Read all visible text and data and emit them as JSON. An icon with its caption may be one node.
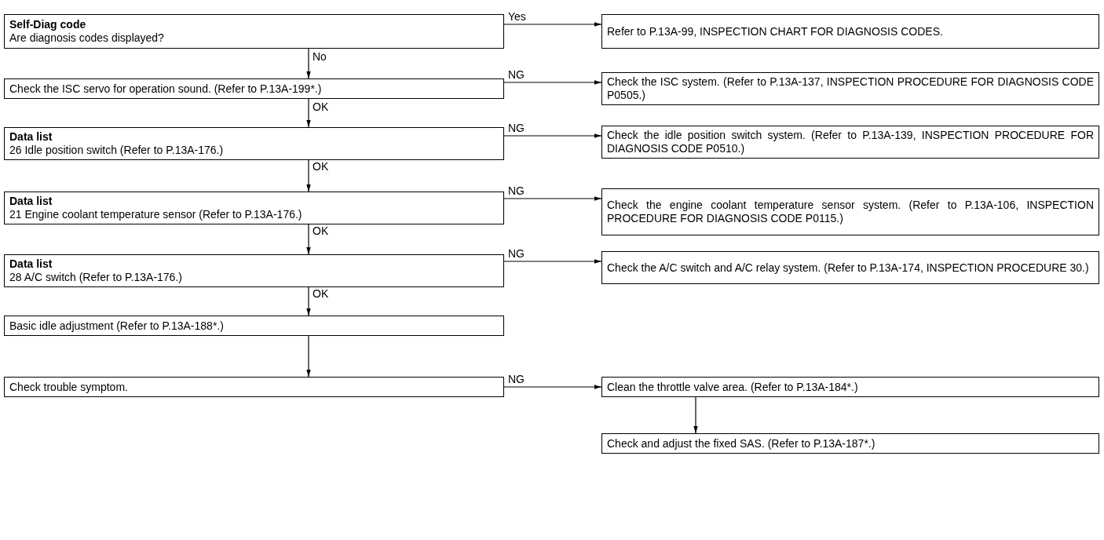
{
  "diagram": {
    "nodes": [
      {
        "text": [
          "Self-Diag code",
          "Are diagnosis codes displayed?"
        ]
      },
      {
        "text": [
          "Refer to P.13A-99, INSPECTION CHART FOR DIAGNOSIS CODES."
        ]
      },
      {
        "text": [
          "Check the ISC servo for operation sound. (Refer to P.13A-199*.)"
        ]
      },
      {
        "text": [
          "Check the ISC system. (Refer to P.13A-137, INSPECTION PROCEDURE FOR DIAGNOSIS CODE P0505.)"
        ]
      },
      {
        "text": [
          "Data list",
          "26 Idle position switch (Refer to P.13A-176.)"
        ]
      },
      {
        "text": [
          "Check the idle position switch system. (Refer to P.13A-139, INSPECTION PROCEDURE FOR DIAGNOSIS CODE P0510.)"
        ]
      },
      {
        "text": [
          "Data list",
          "21 Engine coolant temperature sensor (Refer to P.13A-176.)"
        ]
      },
      {
        "text": [
          "Check the engine coolant temperature sensor system. (Refer to P.13A-106, INSPECTION PROCEDURE FOR DIAGNOSIS CODE P0115.)"
        ]
      },
      {
        "text": [
          "Data list",
          "28 A/C switch (Refer to P.13A-176.)"
        ]
      },
      {
        "text": [
          "Check the A/C switch and A/C relay system. (Refer to P.13A-174, INSPECTION PROCEDURE 30.)"
        ]
      },
      {
        "text": [
          "Basic idle adjustment (Refer to P.13A-188*.)"
        ]
      },
      {
        "text": [
          "Check trouble symptom."
        ]
      },
      {
        "text": [
          "Clean the throttle valve area. (Refer to P.13A-184*.)"
        ]
      },
      {
        "text": [
          "Check and adjust the fixed SAS. (Refer to P.13A-187*.)"
        ]
      }
    ],
    "edges": [
      {
        "from": 0,
        "to": 1,
        "arrow": "to",
        "label": "Yes"
      },
      {
        "from": 0,
        "to": 2,
        "arrow": "to",
        "label": "No"
      },
      {
        "from": 2,
        "to": 3,
        "arrow": "to",
        "label": "NG"
      },
      {
        "from": 2,
        "to": 4,
        "arrow": "to",
        "label": "OK"
      },
      {
        "from": 4,
        "to": 5,
        "arrow": "to",
        "label": "NG"
      },
      {
        "from": 4,
        "to": 6,
        "arrow": "to",
        "label": "OK"
      },
      {
        "from": 6,
        "to": 7,
        "arrow": "to",
        "label": "NG"
      },
      {
        "from": 6,
        "to": 8,
        "arrow": "to",
        "label": "OK"
      },
      {
        "from": 8,
        "to": 9,
        "arrow": "to",
        "label": "NG"
      },
      {
        "from": 8,
        "to": 10,
        "arrow": "to",
        "label": "OK"
      },
      {
        "from": 10,
        "to": 11,
        "arrow": "to"
      },
      {
        "from": 11,
        "to": 12,
        "arrow": "to",
        "label": "NG"
      },
      {
        "from": 12,
        "to": 13,
        "arrow": "to"
      }
    ]
  }
}
